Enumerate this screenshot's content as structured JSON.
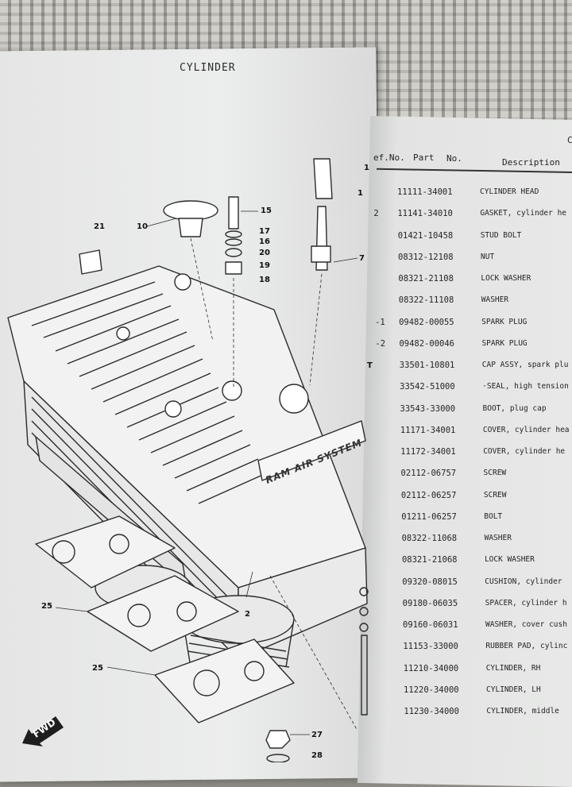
{
  "page": {
    "title": "CYLINDER",
    "fwd_label": "FWD",
    "embossed_text": "RAM AIR SYSTEM"
  },
  "table": {
    "headers": {
      "ref": "ef.No.",
      "part": "Part",
      "no": "No.",
      "description": "Description"
    },
    "corner_letter": "C",
    "rows": [
      {
        "ref": "",
        "part_no": "11111-34001",
        "description": "CYLINDER HEAD"
      },
      {
        "ref": "2",
        "part_no": "11141-34010",
        "description": "GASKET, cylinder he"
      },
      {
        "ref": "",
        "part_no": "01421-10458",
        "description": "STUD BOLT"
      },
      {
        "ref": "",
        "part_no": "08312-12108",
        "description": "NUT"
      },
      {
        "ref": "",
        "part_no": "08321-21108",
        "description": "LOCK WASHER"
      },
      {
        "ref": "",
        "part_no": "08322-11108",
        "description": "WASHER"
      },
      {
        "ref": "-1",
        "part_no": "09482-00055",
        "description": "SPARK PLUG"
      },
      {
        "ref": "-2",
        "part_no": "09482-00046",
        "description": "SPARK PLUG"
      },
      {
        "ref": "",
        "part_no": "33501-10801",
        "description": "CAP ASSY, spark plu"
      },
      {
        "ref": "",
        "part_no": "33542-51000",
        "description": "·SEAL, high tension"
      },
      {
        "ref": "",
        "part_no": "33543-33000",
        "description": "BOOT, plug cap"
      },
      {
        "ref": "",
        "part_no": "11171-34001",
        "description": "COVER, cylinder hea"
      },
      {
        "ref": "",
        "part_no": "11172-34001",
        "description": "COVER, cylinder he"
      },
      {
        "ref": "",
        "part_no": "02112-06757",
        "description": "SCREW"
      },
      {
        "ref": "",
        "part_no": "02112-06257",
        "description": "SCREW"
      },
      {
        "ref": "",
        "part_no": "01211-06257",
        "description": "BOLT"
      },
      {
        "ref": "",
        "part_no": "08322-11068",
        "description": "WASHER"
      },
      {
        "ref": "",
        "part_no": "08321-21068",
        "description": "LOCK WASHER"
      },
      {
        "ref": "",
        "part_no": "09320-08015",
        "description": "CUSHION, cylinder"
      },
      {
        "ref": "",
        "part_no": "09180-06035",
        "description": "SPACER, cylinder h"
      },
      {
        "ref": "",
        "part_no": "09160-06031",
        "description": "WASHER, cover cush"
      },
      {
        "ref": "",
        "part_no": "11153-33000",
        "description": "RUBBER PAD, cylinc"
      },
      {
        "ref": "",
        "part_no": "11210-34000",
        "description": "CYLINDER, RH"
      },
      {
        "ref": "",
        "part_no": "11220-34000",
        "description": "CYLINDER, LH"
      },
      {
        "ref": "",
        "part_no": "11230-34000",
        "description": "CYLINDER, middle"
      }
    ]
  },
  "callouts": [
    "1",
    "1",
    "7",
    "15",
    "17",
    "16",
    "20",
    "19",
    "18",
    "10",
    "21",
    "2",
    "25",
    "25",
    "27",
    "28",
    "T"
  ]
}
